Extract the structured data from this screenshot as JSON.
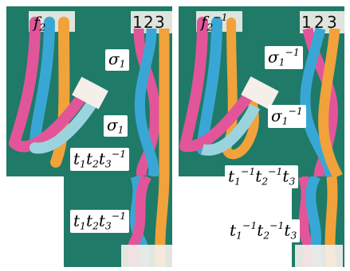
{
  "left": {
    "f_label": {
      "base": "f",
      "sub": "2"
    },
    "numbers": [
      "1",
      "2",
      "3"
    ],
    "labels": {
      "sigma_top": {
        "base": "σ",
        "sub": "1"
      },
      "sigma_mid": {
        "base": "σ",
        "sub": "1"
      },
      "t_expr_1": "t1t2t3^-1",
      "t_expr_2": "t1t2t3^-1"
    }
  },
  "right": {
    "f_label": {
      "base": "f",
      "sub": "2",
      "sup": "−1"
    },
    "numbers": [
      "1",
      "2",
      "3"
    ],
    "labels": {
      "sigma_top": {
        "base": "σ",
        "sub": "1",
        "sup": "−1"
      },
      "sigma_mid": {
        "base": "σ",
        "sub": "1",
        "sup": "−1"
      },
      "t_expr_1": "t1^-1t2^-1t3",
      "t_expr_2": "t1^-1t2^-1t3"
    }
  },
  "colors": {
    "background": "#1f7a68",
    "ribbon_1": "#e2559a",
    "ribbon_2": "#39a7d6",
    "ribbon_3": "#f2a23a",
    "tape": "#f4efe9"
  }
}
